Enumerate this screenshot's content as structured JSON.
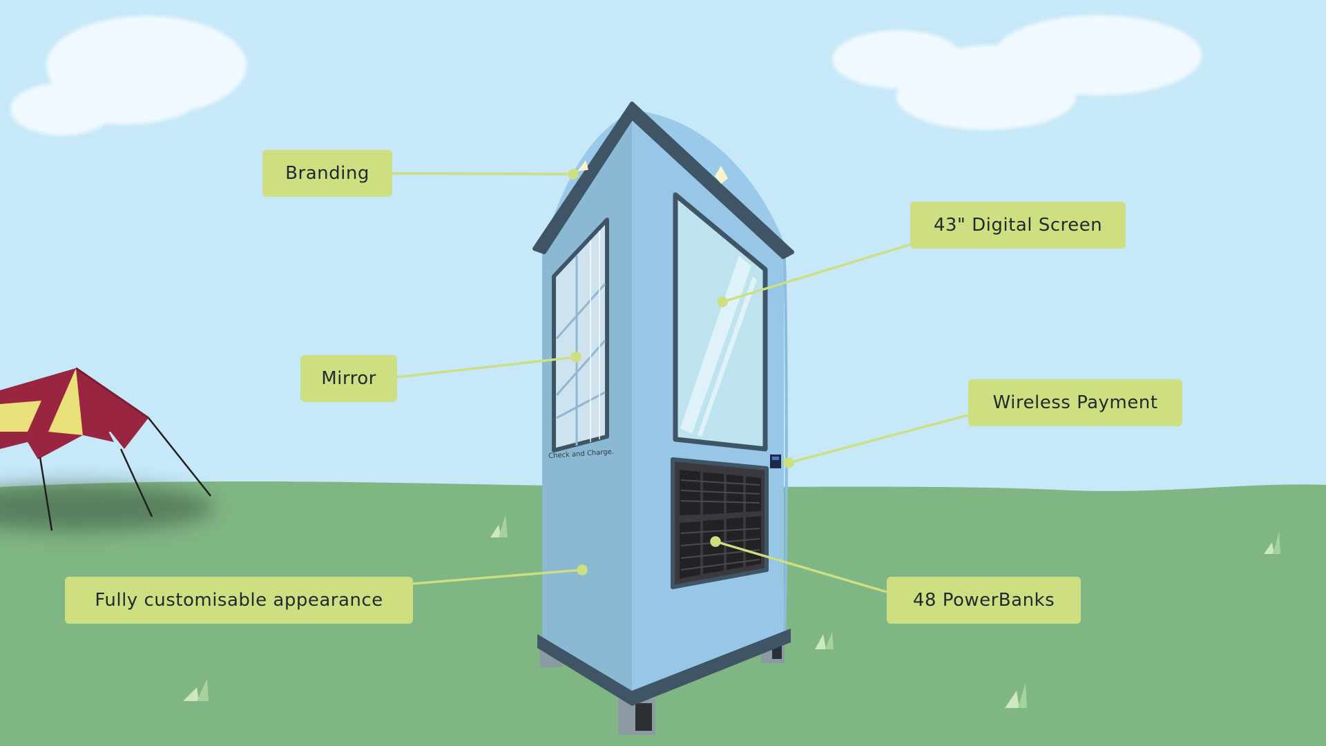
{
  "kiosk": {
    "brand_text": "Check and Charge."
  },
  "labels": {
    "branding": "Branding",
    "digital_screen": "43\" Digital Screen",
    "mirror": "Mirror",
    "wireless_payment": "Wireless Payment",
    "appearance": "Fully customisable appearance",
    "powerbanks": "48 PowerBanks"
  },
  "colors": {
    "sky": "#c6e8f8",
    "grass": "#80b584",
    "callout": "#cddf80",
    "kiosk_front": "#98c6e6",
    "kiosk_side": "#8bb9d3",
    "kiosk_trim": "#3f5565",
    "tent_red": "#9a2540",
    "tent_yellow": "#e9e07a"
  }
}
